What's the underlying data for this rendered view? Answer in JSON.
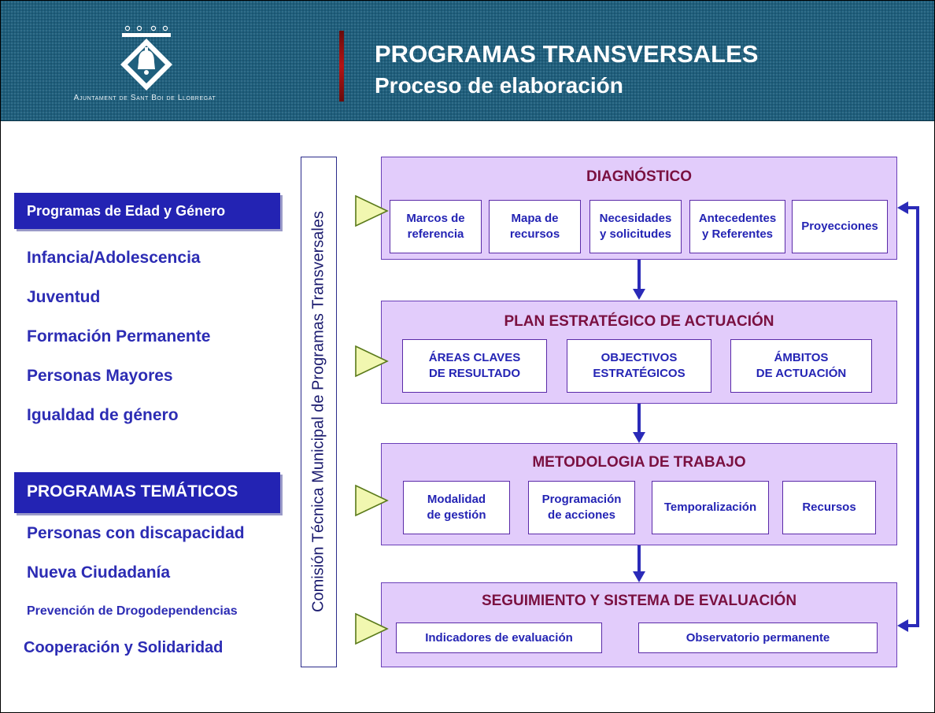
{
  "header": {
    "logo_text": "Ajuntament de Sant Boi de Llobregat",
    "title": "PROGRAMAS TRANSVERSALES",
    "subtitle": "Proceso de elaboración"
  },
  "left": {
    "edad_heading": "Programas de Edad y Género",
    "edad_items": [
      "Infancia/Adolescencia",
      "Juventud",
      "Formación Permanente",
      "Personas Mayores",
      "Igualdad de género"
    ],
    "tematicos_heading": "PROGRAMAS TEMÁTICOS",
    "tematicos_items": [
      "Personas con discapacidad",
      "Nueva Ciudadanía",
      "Prevención de Drogodependencias",
      "Cooperación y Solidaridad"
    ]
  },
  "vertical_label": "Comisión Técnica Municipal de Programas Transversales",
  "panels": [
    {
      "title": "DIAGNÓSTICO",
      "items": [
        "Marcos de\nreferencia",
        "Mapa de\nrecursos",
        "Necesidades\ny solicitudes",
        "Antecedentes\ny Referentes",
        "Proyecciones"
      ]
    },
    {
      "title": "PLAN ESTRATÉGICO  DE ACTUACIÓN",
      "items": [
        "ÁREAS CLAVES\nDE RESULTADO",
        "OBJECTIVOS\nESTRATÉGICOS",
        "ÁMBITOS\nDE ACTUACIÓN"
      ]
    },
    {
      "title": "METODOLOGIA DE TRABAJO",
      "items": [
        "Modalidad\nde gestión",
        "Programación\nde acciones",
        "Temporalización",
        "Recursos"
      ]
    },
    {
      "title": "SEGUIMIENTO Y SISTEMA DE EVALUACIÓN",
      "items": [
        "Indicadores de evaluación",
        "Observatorio  permanente"
      ]
    }
  ],
  "colors": {
    "header_bg": "#1f5f7d",
    "heading_bg": "#2323b3",
    "list_text": "#2c2cb4",
    "panel_bg": "#e2ccfb",
    "panel_title": "#7a1040",
    "arrow": "#2a2ab8",
    "triangle": "#f1f7b0"
  },
  "icons": [
    "bell-shield-logo",
    "triangle-pointer-icon",
    "down-arrow-icon",
    "feedback-arrow-icon"
  ]
}
